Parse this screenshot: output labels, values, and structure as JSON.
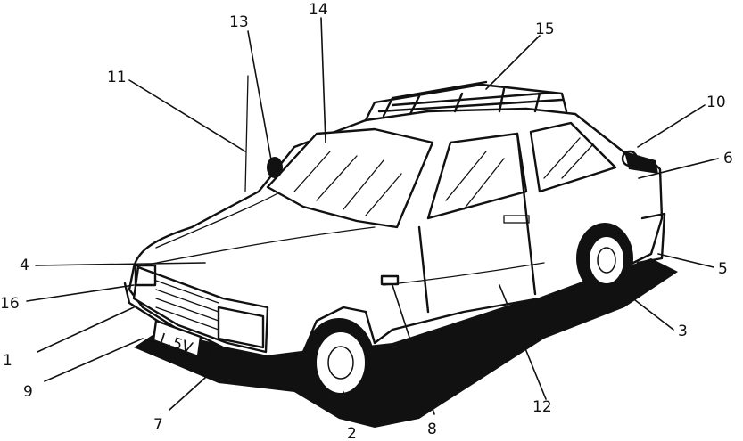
{
  "callouts": [
    {
      "id": "c1",
      "text": "1"
    },
    {
      "id": "c2",
      "text": "2"
    },
    {
      "id": "c3",
      "text": "3"
    },
    {
      "id": "c4",
      "text": "4"
    },
    {
      "id": "c5",
      "text": "5"
    },
    {
      "id": "c6",
      "text": "6"
    },
    {
      "id": "c7",
      "text": "7"
    },
    {
      "id": "c8",
      "text": "8"
    },
    {
      "id": "c9",
      "text": "9"
    },
    {
      "id": "c10",
      "text": "10"
    },
    {
      "id": "c11",
      "text": "11"
    },
    {
      "id": "c12",
      "text": "12"
    },
    {
      "id": "c13",
      "text": "13"
    },
    {
      "id": "c14",
      "text": "14"
    },
    {
      "id": "c15",
      "text": "15"
    },
    {
      "id": "c16",
      "text": "16"
    }
  ],
  "license_plate": "L.5V 111"
}
